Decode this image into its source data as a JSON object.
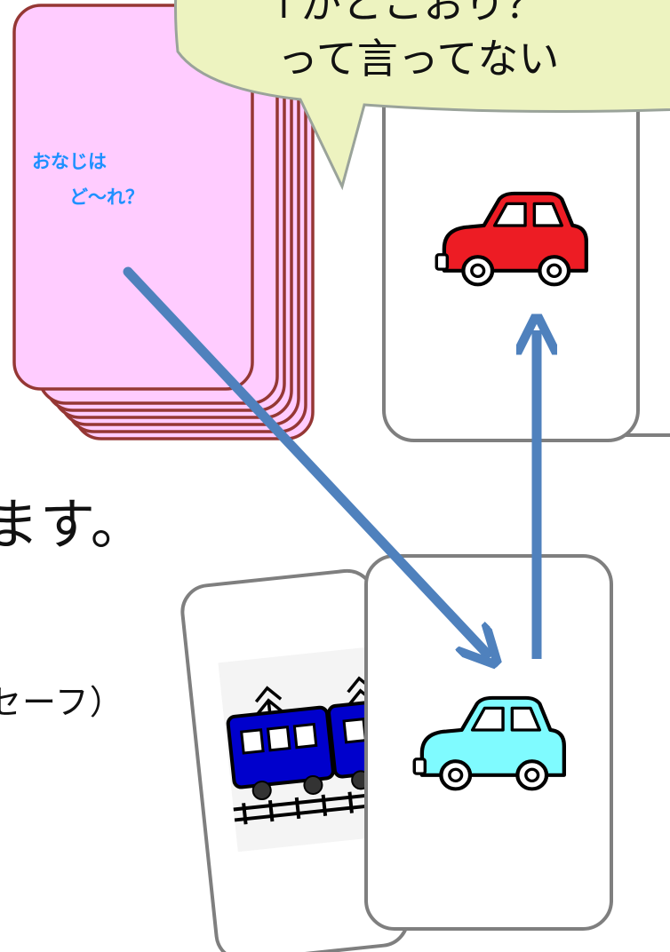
{
  "deck": {
    "line1": "おなじは",
    "line2": "ど～れ？",
    "colors": {
      "fill": "#ffccff",
      "border": "#953734"
    }
  },
  "speech_bubble": {
    "line1": "↑がとこおり？",
    "line2": "って言ってない",
    "colors": {
      "fill": "#edf3c0",
      "border": "#9aa39a"
    }
  },
  "slide_text": {
    "line1": "ます。",
    "line2": "セーフ）"
  },
  "cards": {
    "target_card": {
      "icon": "red-car-icon",
      "color": "#ed1c24"
    },
    "hand_card_train": {
      "icon": "blue-train-icon",
      "color": "#0000cc"
    },
    "hand_card_car": {
      "icon": "light-blue-car-icon",
      "color": "#7ffbff"
    }
  },
  "arrows": {
    "color": "#4f81bd"
  }
}
